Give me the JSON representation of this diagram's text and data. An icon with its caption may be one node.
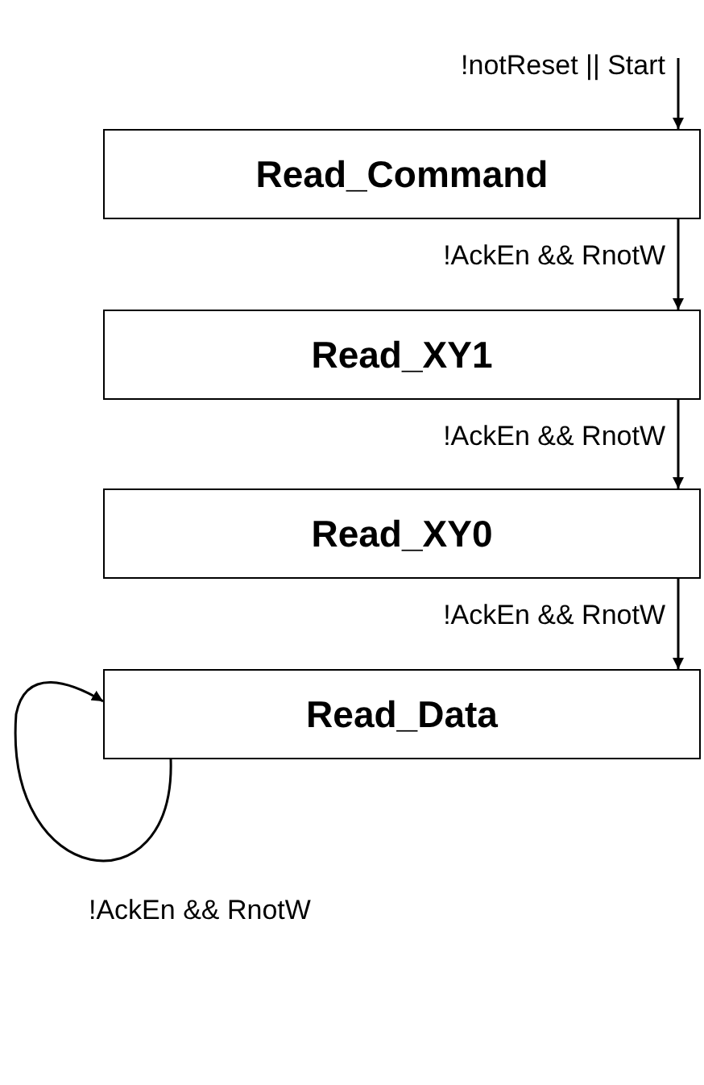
{
  "diagram": {
    "nodes": [
      {
        "text": [
          "Read_Command"
        ]
      },
      {
        "text": [
          "Read_XY1"
        ]
      },
      {
        "text": [
          "Read_XY0"
        ]
      },
      {
        "text": [
          "Read_Data"
        ]
      }
    ],
    "edges": [
      {
        "from": null,
        "to": 0,
        "arrow": "to",
        "label": "!notReset || Start"
      },
      {
        "from": 0,
        "to": 1,
        "arrow": "to",
        "label": "!AckEn && RnotW"
      },
      {
        "from": 1,
        "to": 2,
        "arrow": "to",
        "label": "!AckEn && RnotW"
      },
      {
        "from": 2,
        "to": 3,
        "arrow": "to",
        "label": "!AckEn && RnotW"
      },
      {
        "from": 3,
        "to": 3,
        "arrow": "to",
        "label": "!AckEn && RnotW"
      }
    ]
  }
}
